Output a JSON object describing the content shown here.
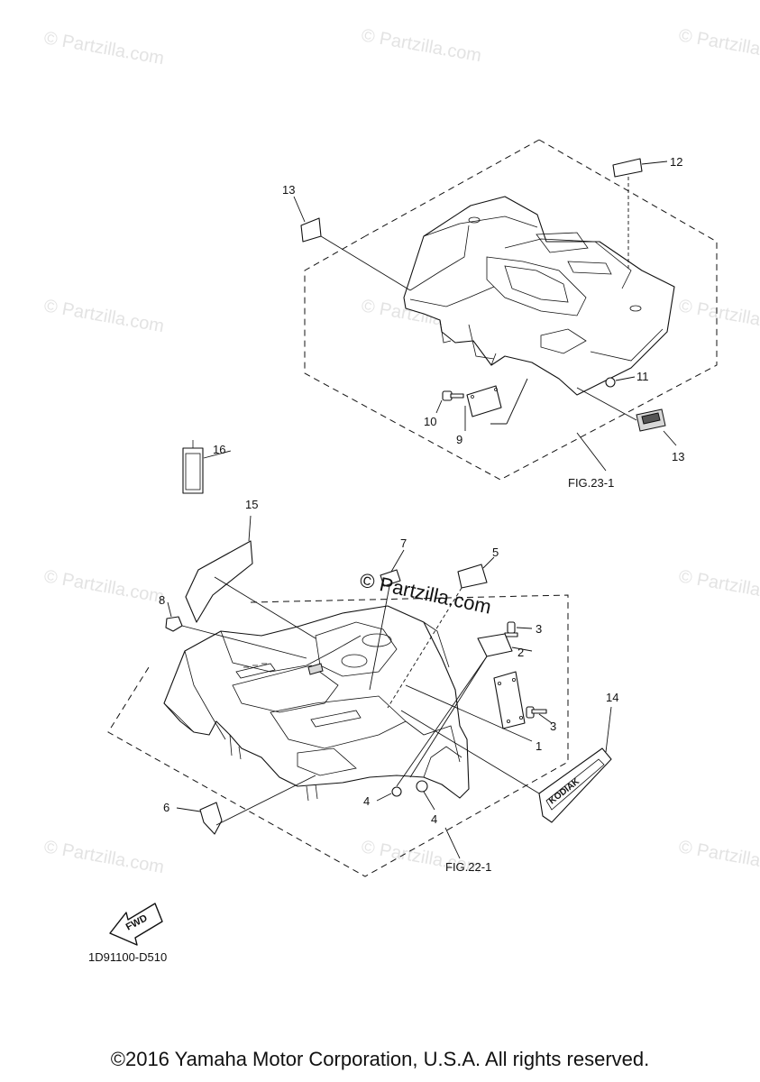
{
  "watermark": {
    "text": "© Partzilla.com"
  },
  "center_watermark": {
    "text": "© Partzilla.com"
  },
  "callouts": {
    "c1": "1",
    "c2": "2",
    "c3a": "3",
    "c3b": "3",
    "c4a": "4",
    "c4b": "4",
    "c5": "5",
    "c6": "6",
    "c7": "7",
    "c8": "8",
    "c9": "9",
    "c10": "10",
    "c11": "11",
    "c12": "12",
    "c13a": "13",
    "c13b": "13",
    "c14": "14",
    "c15": "15",
    "c16": "16"
  },
  "figure_refs": {
    "rear": "FIG.23-1",
    "front": "FIG.22-1"
  },
  "fwd_label": "FWD",
  "decal_text": "KODIAK",
  "diagram_code": "1D91100-D510",
  "copyright": "©2016 Yamaha Motor Corporation, U.S.A. All rights reserved."
}
